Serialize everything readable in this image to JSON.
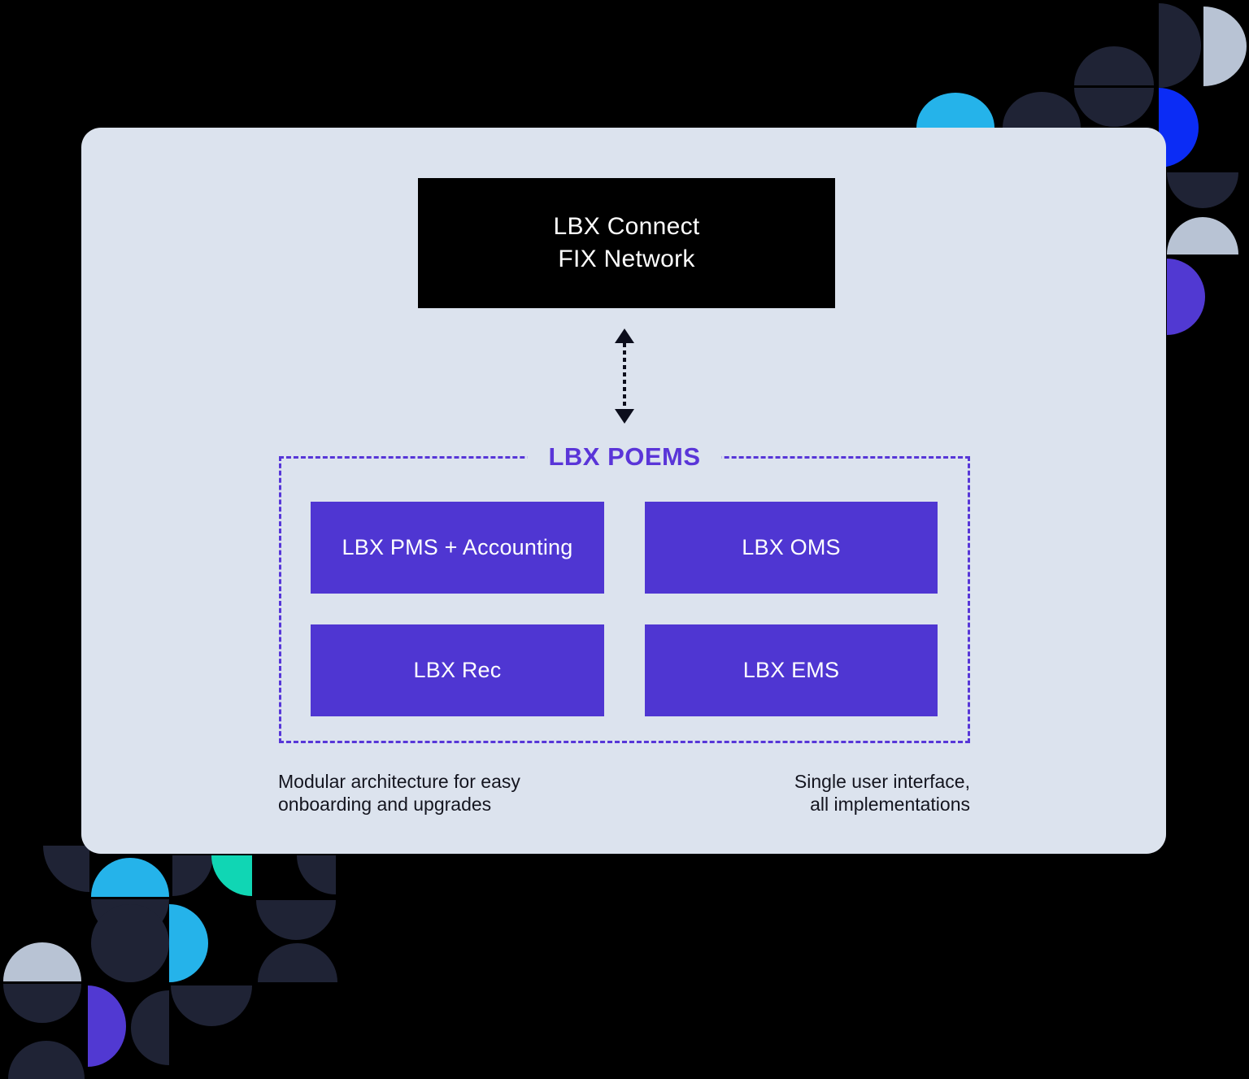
{
  "page": {
    "background": "#000000"
  },
  "card": {
    "background": "#dce3ee"
  },
  "top_node": {
    "line1": "LBX Connect",
    "line2": "FIX Network",
    "background": "#000000",
    "text_color": "#ffffff"
  },
  "connector": {
    "type": "vertical-dotted-double-arrow",
    "color": "#0c0e1c"
  },
  "poems_group": {
    "title": "LBX POEMS",
    "accent_color": "#5a35d8",
    "border_color": "#5737d8",
    "module_color": "#4f36d2",
    "modules": [
      {
        "label": "LBX PMS + Accounting"
      },
      {
        "label": "LBX OMS"
      },
      {
        "label": "LBX Rec"
      },
      {
        "label": "LBX EMS"
      }
    ]
  },
  "captions": {
    "left": [
      "Modular architecture for easy",
      "onboarding and upgrades"
    ],
    "right": [
      "Single user interface,",
      "all implementations"
    ]
  },
  "decor_colors": {
    "navy": "#1f2335",
    "cyan": "#25b3ea",
    "blue": "#0b2cf5",
    "silver": "#b8c3d4",
    "teal": "#10d6b4",
    "purple": "#5139d2"
  }
}
